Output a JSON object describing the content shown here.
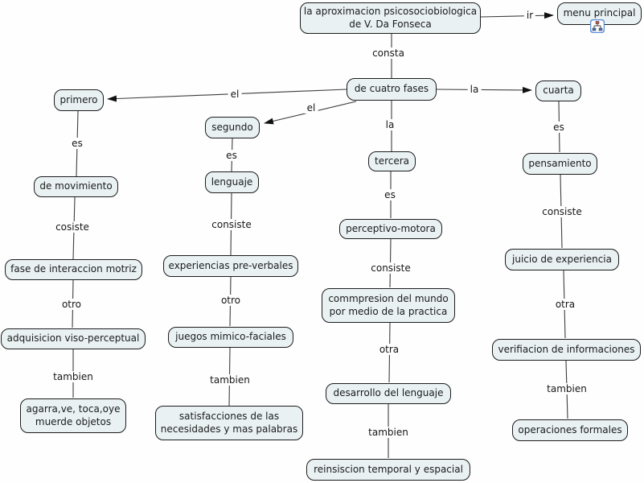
{
  "diagram": {
    "kind": "concept-map",
    "colors": {
      "node_fill": "#e9f1f3",
      "node_border": "#1c1c1c",
      "line": "#3d3d3d",
      "arrow": "#111111",
      "icon_border": "#5b8dd6"
    },
    "icons": {
      "resource_icon": "concept-map-hierarchy"
    }
  },
  "concepts": {
    "title": "la aproximacion psicosociobiologica\nde V. Da Fonseca",
    "menu": "menu principal",
    "fases": "de cuatro fases",
    "primero": "primero",
    "segundo": "segundo",
    "tercera": "tercera",
    "cuarta": "cuarta",
    "movimiento": "de movimiento",
    "lenguaje": "lenguaje",
    "perceptivo": "perceptivo-motora",
    "pensamiento": "pensamiento",
    "interaccion": "fase de interaccion motriz",
    "preverbales": "experiencias pre-verbales",
    "compresion": "commpresion del mundo\npor medio de la practica",
    "juicio": "juicio de experiencia",
    "adquisicion": "adquisicion viso-perceptual",
    "juegos": "juegos mimico-faciales",
    "desarrollo": "desarrollo del lenguaje",
    "verificacion": "verifiacion de informaciones",
    "agarra": "agarra,ve, toca,oye\nmuerde objetos",
    "satisfacciones": "satisfacciones de las\nnecesidades y mas palabras",
    "reinsiscion": "reinsiscion temporal y espacial",
    "operaciones": "operaciones formales"
  },
  "labels": {
    "consta": "consta",
    "ir": "ir",
    "el1": "el",
    "el2": "el",
    "la1": "la",
    "la2": "la",
    "es1": "es",
    "es2": "es",
    "es3": "es",
    "es4": "es",
    "cosiste1": "cosiste",
    "consiste2": "consiste",
    "consiste3": "consiste",
    "consiste4": "consiste",
    "otro1": "otro",
    "otro2": "otro",
    "otra3": "otra",
    "otra4": "otra",
    "tambien1": "tambien",
    "tambien2": "tambien",
    "tambien3": "tambien",
    "tambien4": "tambien"
  }
}
